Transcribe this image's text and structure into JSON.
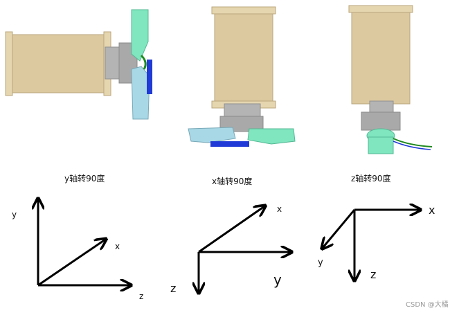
{
  "views": [
    {
      "id": "y",
      "caption": "y轴转90度"
    },
    {
      "id": "x",
      "caption": "x轴转90度"
    },
    {
      "id": "z",
      "caption": "z轴转90度"
    }
  ],
  "axes_sets": [
    {
      "id": "set1",
      "labels": {
        "y": "y",
        "x": "x",
        "z": "z"
      }
    },
    {
      "id": "set2",
      "labels": {
        "x": "x",
        "y": "y",
        "z": "z"
      }
    },
    {
      "id": "set3",
      "labels": {
        "x": "x",
        "y": "y",
        "z": "z"
      }
    }
  ],
  "watermark": "CSDN @大橘",
  "colors": {
    "body": "#dcc9a0",
    "body_edge": "#b9a57c",
    "shaft": "#b4b4b4",
    "green_part": "#7fe6c0",
    "blue_part": "#1f3ad6",
    "cyan_part": "#a8d8e6",
    "axis": "#000000"
  }
}
